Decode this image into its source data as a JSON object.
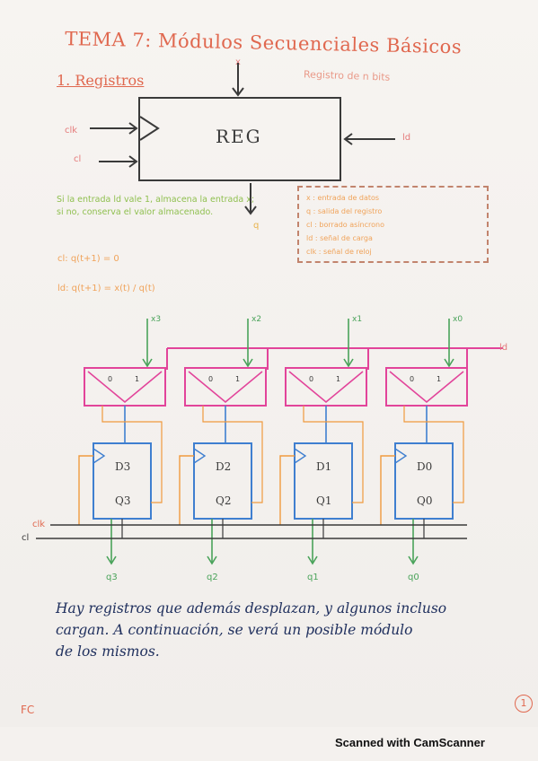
{
  "title": "TEMA 7: Módulos Secuenciales Básicos",
  "section": "1. Registros",
  "subtitle": "Registro de n bits",
  "block": {
    "label": "REG",
    "inputs": [
      "clk",
      "cl"
    ],
    "load_label": "ld",
    "data_in": "x",
    "data_out": "q"
  },
  "green_note": "Si la entrada ld vale 1, almacena la entrada x; si no, conserva el valor almacenado.",
  "equations": [
    "cl: q(t+1) = 0",
    "ld: q(t+1) = x(t)   /   q(t)"
  ],
  "legend": [
    "x : entrada de datos",
    "q : salida del registro",
    "cl : borrado asíncrono",
    "ld : señal de carga",
    "clk : señal de reloj"
  ],
  "mux_labels": [
    "0",
    "1"
  ],
  "flipflops": [
    {
      "d": "D3",
      "q": "Q3",
      "x": "x3",
      "out": "q3"
    },
    {
      "d": "D2",
      "q": "Q2",
      "x": "x2",
      "out": "q2"
    },
    {
      "d": "D1",
      "q": "Q1",
      "x": "x1",
      "out": "q1"
    },
    {
      "d": "D0",
      "q": "Q0",
      "x": "x0",
      "out": "q0"
    }
  ],
  "bus_labels": {
    "ld": "ld",
    "clk": "clk",
    "cl": "cl"
  },
  "handwriting": [
    "Hay registros que además desplazan, y algunos incluso",
    "cargan. A continuación, se verá un posible módulo",
    "de los mismos."
  ],
  "initials": "FC",
  "page_number": "1",
  "footer": "Scanned with CamScanner",
  "colors": {
    "pink": "#e2449a",
    "blue": "#3f7fd0",
    "orange": "#f09a3e",
    "green": "#4aa35a",
    "dark": "#3a3a3a"
  }
}
